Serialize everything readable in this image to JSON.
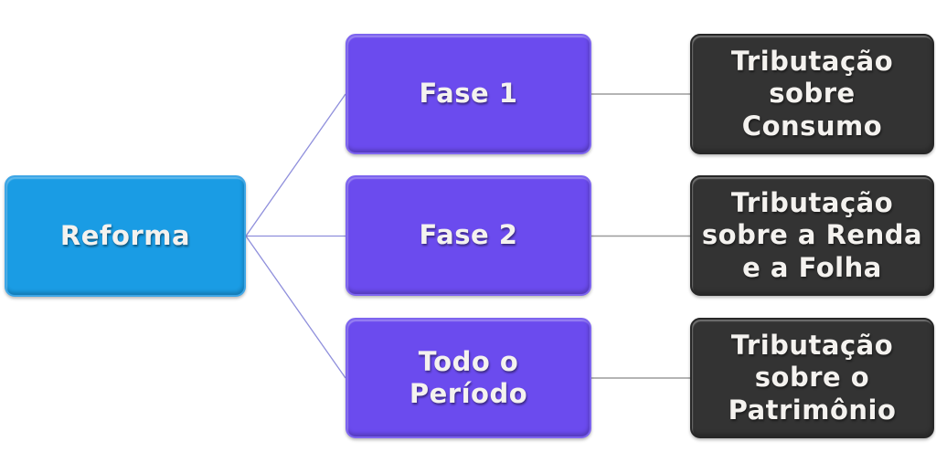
{
  "diagram": {
    "type": "hierarchy-flow",
    "root": {
      "label": "Reforma"
    },
    "rows": [
      {
        "phase": "Fase 1",
        "detail": "Tributação\nsobre\nConsumo"
      },
      {
        "phase": "Fase 2",
        "detail": "Tributação\nsobre a Renda\ne a Folha"
      },
      {
        "phase": "Todo o\nPeríodo",
        "detail": "Tributação\nsobre o\nPatrimônio"
      }
    ],
    "colors": {
      "root_fill": "#1a9ce4",
      "root_border": "#3ea6e6",
      "phase_fill": "#6b4bee",
      "phase_border": "#7d64ef",
      "detail_fill": "#333333",
      "detail_border": "#272727",
      "text_color": "#f4f2ef",
      "connector_left": "#8f8fdc",
      "connector_right": "#9b9b9b"
    }
  }
}
